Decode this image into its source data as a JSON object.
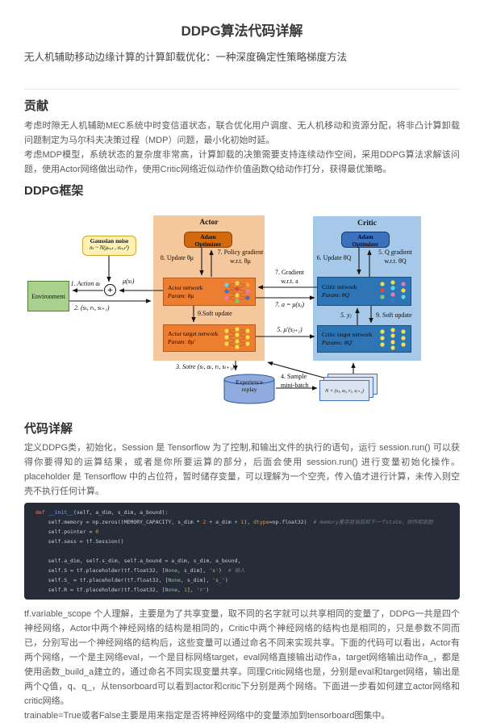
{
  "page": {
    "title": "DDPG算法代码详解",
    "subtitle": "无人机辅助移动边缘计算的计算卸载优化：一种深度确定性策略梯度方法"
  },
  "contribution": {
    "heading": "贡献",
    "p1": "考虑时隙无人机辅助MEC系统中时变信道状态，联合优化用户调度、无人机移动和资源分配，将非凸计算卸载问题制定为马尔科夫决策过程（MDP）问题，最小化初始时延。",
    "p2": "考虑MDP模型，系统状态的复杂度非常高，计算卸载的决策需要支持连续动作空间，采用DDPG算法求解该问题，使用Actor网络做出动作，使用Critic网络近似动作价值函数Q给动作打分，获得最优策略。"
  },
  "framework": {
    "heading": "DDPG框架"
  },
  "code_section": {
    "heading": "代码详解",
    "intro": "定义DDPG类，初始化，Session 是 Tensorflow 为了控制,和输出文件的执行的语句，运行 session.run() 可以获得你要得知的运算结果，或者是你所要运算的部分，后面会使用 session.run() 进行变量初始化操作。placeholder 是 Tensorflow 中的占位符，暂时储存变量，可以理解为一个空壳，传入值才进行计算，未传入则空壳不执行任何计算。",
    "outro1": "tf.variable_scope 个人理解，主要是为了共享变量，取不同的名字就可以共享相同的变量了，DDPG一共是四个神经网络，Actor中两个神经网络的结构是相同的，Critic中两个神经网络的结构也是相同的，只是参数不同而已，分别写出一个神经网络的结构后，这些变量可以通过命名不同来实现共享。下面的代码可以看出，Actor有两个网络，一个是主网络eval，一个是目标网络target，eval网络直接输出动作a，target网络输出动作a_，都是使用函数_build_a建立的，通过命名不同实现变量共享。同理Critic网络也是，分别是eval和target网络，输出是两个Q值，q、q_，从tensorboard可以看到actor和critic下分别是两个网络。下面进一步看如何建立actor网络和critic网络。",
    "outro2": "trainable=True或者False主要是用来指定是否将神经网络中的变量添加到tensorboard图集中。"
  },
  "colors": {
    "actor_panel": "#f5c79d",
    "actor_box": "#ed7d31",
    "adam_actor": "#d2690f",
    "critic_panel": "#a6c9ea",
    "critic_box": "#2e75b6",
    "adam_critic": "#3a72c0",
    "env_box": "#a9d18e",
    "noise_box": "#fff0b3",
    "replay_box": "#8faadc",
    "card_box": "#dbe5f1"
  },
  "diagram": {
    "actor_title": "Actor",
    "critic_title": "Critic",
    "adam": [
      "Adam",
      "Optimizer"
    ],
    "environment": "Environment",
    "noise": [
      "Gaussian noise",
      "nₜ ~ N(μₙ,ₜ , σₙ,ₜ²)"
    ],
    "plus": "+",
    "actor_network": [
      "Actor network",
      "Param: θμ"
    ],
    "actor_target": [
      "Actor target network",
      "Param: θμ′"
    ],
    "critic_network": [
      "Critic network",
      "Param: θQ"
    ],
    "critic_target": [
      "Critic target network",
      "Params: θQ′"
    ],
    "replay": [
      "Experience",
      "replay"
    ],
    "minibatch": "N × (sⱼ, aⱼ, rⱼ, sⱼ₊₁)",
    "steps": {
      "s1": "1. Action aₜ",
      "mu": "μ(sₜ)",
      "s2": "2. (sₜ, rₜ, sₜ₊₁)",
      "s8": "8. Update θμ",
      "s7pg": [
        "7. Policy gradient",
        "w.r.t. θμ"
      ],
      "s9a": "9.Soft update",
      "s7g": [
        "7. Gradient",
        "w.r.t. a"
      ],
      "s7a": "7. a = μ(sⱼ)",
      "s5mu": "5. μ′(sⱼ₊₁)",
      "s6": "6. Update θQ",
      "s5q": [
        "5. Q gradient",
        "w.r.t. θQ"
      ],
      "s5y": "5. yⱼ",
      "s9c": "9. Soft update",
      "s3": "3. Sotre (sₜ, aₜ, rₜ, sₜ₊₁)",
      "s4": [
        "4. Sample",
        "mini-batch"
      ]
    }
  },
  "code": {
    "lines": [
      [
        {
          "c": "k",
          "t": "def "
        },
        {
          "c": "f",
          "t": "__init__"
        },
        {
          "c": "p",
          "t": "(self, a_dim, s_dim, a_bound):"
        }
      ],
      [
        {
          "c": "p",
          "t": "    self.memory = np.zeros((MEMORY_CAPACITY, s_dim * "
        },
        {
          "c": "n",
          "t": "2"
        },
        {
          "c": "p",
          "t": " + a_dim + "
        },
        {
          "c": "n",
          "t": "1"
        },
        {
          "c": "p",
          "t": "), "
        },
        {
          "c": "a",
          "t": "dtype"
        },
        {
          "c": "p",
          "t": "=np.float32)  "
        },
        {
          "c": "c",
          "t": "# memory里存放当前和下一个state，动作和奖励"
        }
      ],
      [
        {
          "c": "p",
          "t": "    self.pointer = "
        },
        {
          "c": "n",
          "t": "0"
        }
      ],
      [
        {
          "c": "p",
          "t": "    self.sess = tf.Session()"
        }
      ],
      [],
      [
        {
          "c": "p",
          "t": "    self.a_dim, self.s_dim, self.a_bound = a_dim, s_dim, a_bound,"
        }
      ],
      [
        {
          "c": "p",
          "t": "    self.S = tf.placeholder(tf.float32, ["
        },
        {
          "c": "nn",
          "t": "None"
        },
        {
          "c": "p",
          "t": ", s_dim], "
        },
        {
          "c": "s",
          "t": "'s'"
        },
        {
          "c": "p",
          "t": ")  "
        },
        {
          "c": "c",
          "t": "# 输入"
        }
      ],
      [
        {
          "c": "p",
          "t": "    self.S_ = tf.placeholder(tf.float32, ["
        },
        {
          "c": "nn",
          "t": "None"
        },
        {
          "c": "p",
          "t": ", s_dim], "
        },
        {
          "c": "s",
          "t": "'s_'"
        },
        {
          "c": "p",
          "t": ")"
        }
      ],
      [
        {
          "c": "p",
          "t": "    self.R = tf.placeholder(tf.float32, ["
        },
        {
          "c": "nn",
          "t": "None"
        },
        {
          "c": "p",
          "t": ", "
        },
        {
          "c": "n",
          "t": "1"
        },
        {
          "c": "p",
          "t": "], "
        },
        {
          "c": "s",
          "t": "'r'"
        },
        {
          "c": "p",
          "t": ")"
        }
      ]
    ]
  }
}
